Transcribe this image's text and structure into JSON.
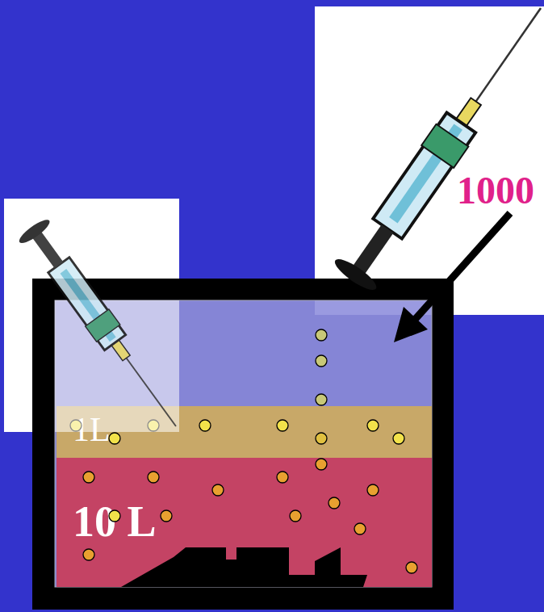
{
  "diagram": {
    "nodes": [
      {
        "text": [
          "1L"
        ]
      },
      {
        "text": [
          "10 L"
        ]
      }
    ],
    "labels": [
      "1000"
    ]
  }
}
